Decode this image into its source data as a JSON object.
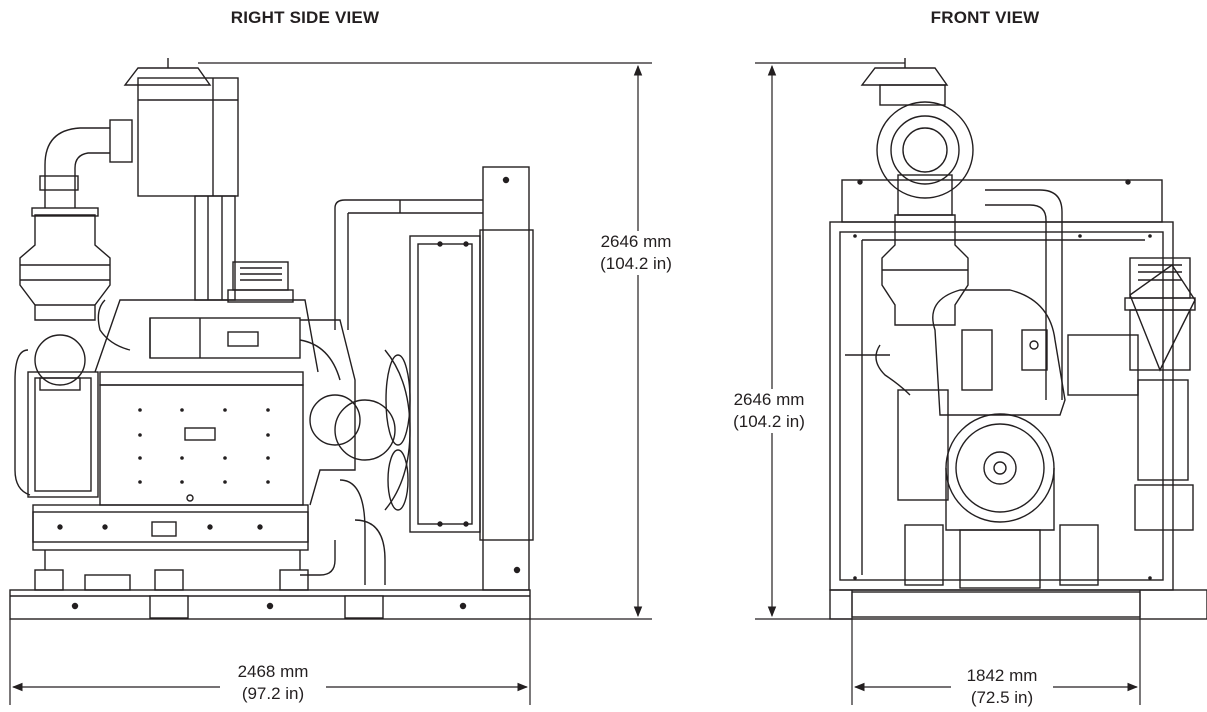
{
  "views": {
    "side": {
      "title": "RIGHT SIDE VIEW",
      "height": {
        "mm": "2646 mm",
        "in": "(104.2 in)"
      },
      "length": {
        "mm": "2468 mm",
        "in": "(97.2 in)"
      }
    },
    "front": {
      "title": "FRONT VIEW",
      "height": {
        "mm": "2646 mm",
        "in": "(104.2 in)"
      },
      "width": {
        "mm": "1842 mm",
        "in": "(72.5 in)"
      }
    }
  }
}
